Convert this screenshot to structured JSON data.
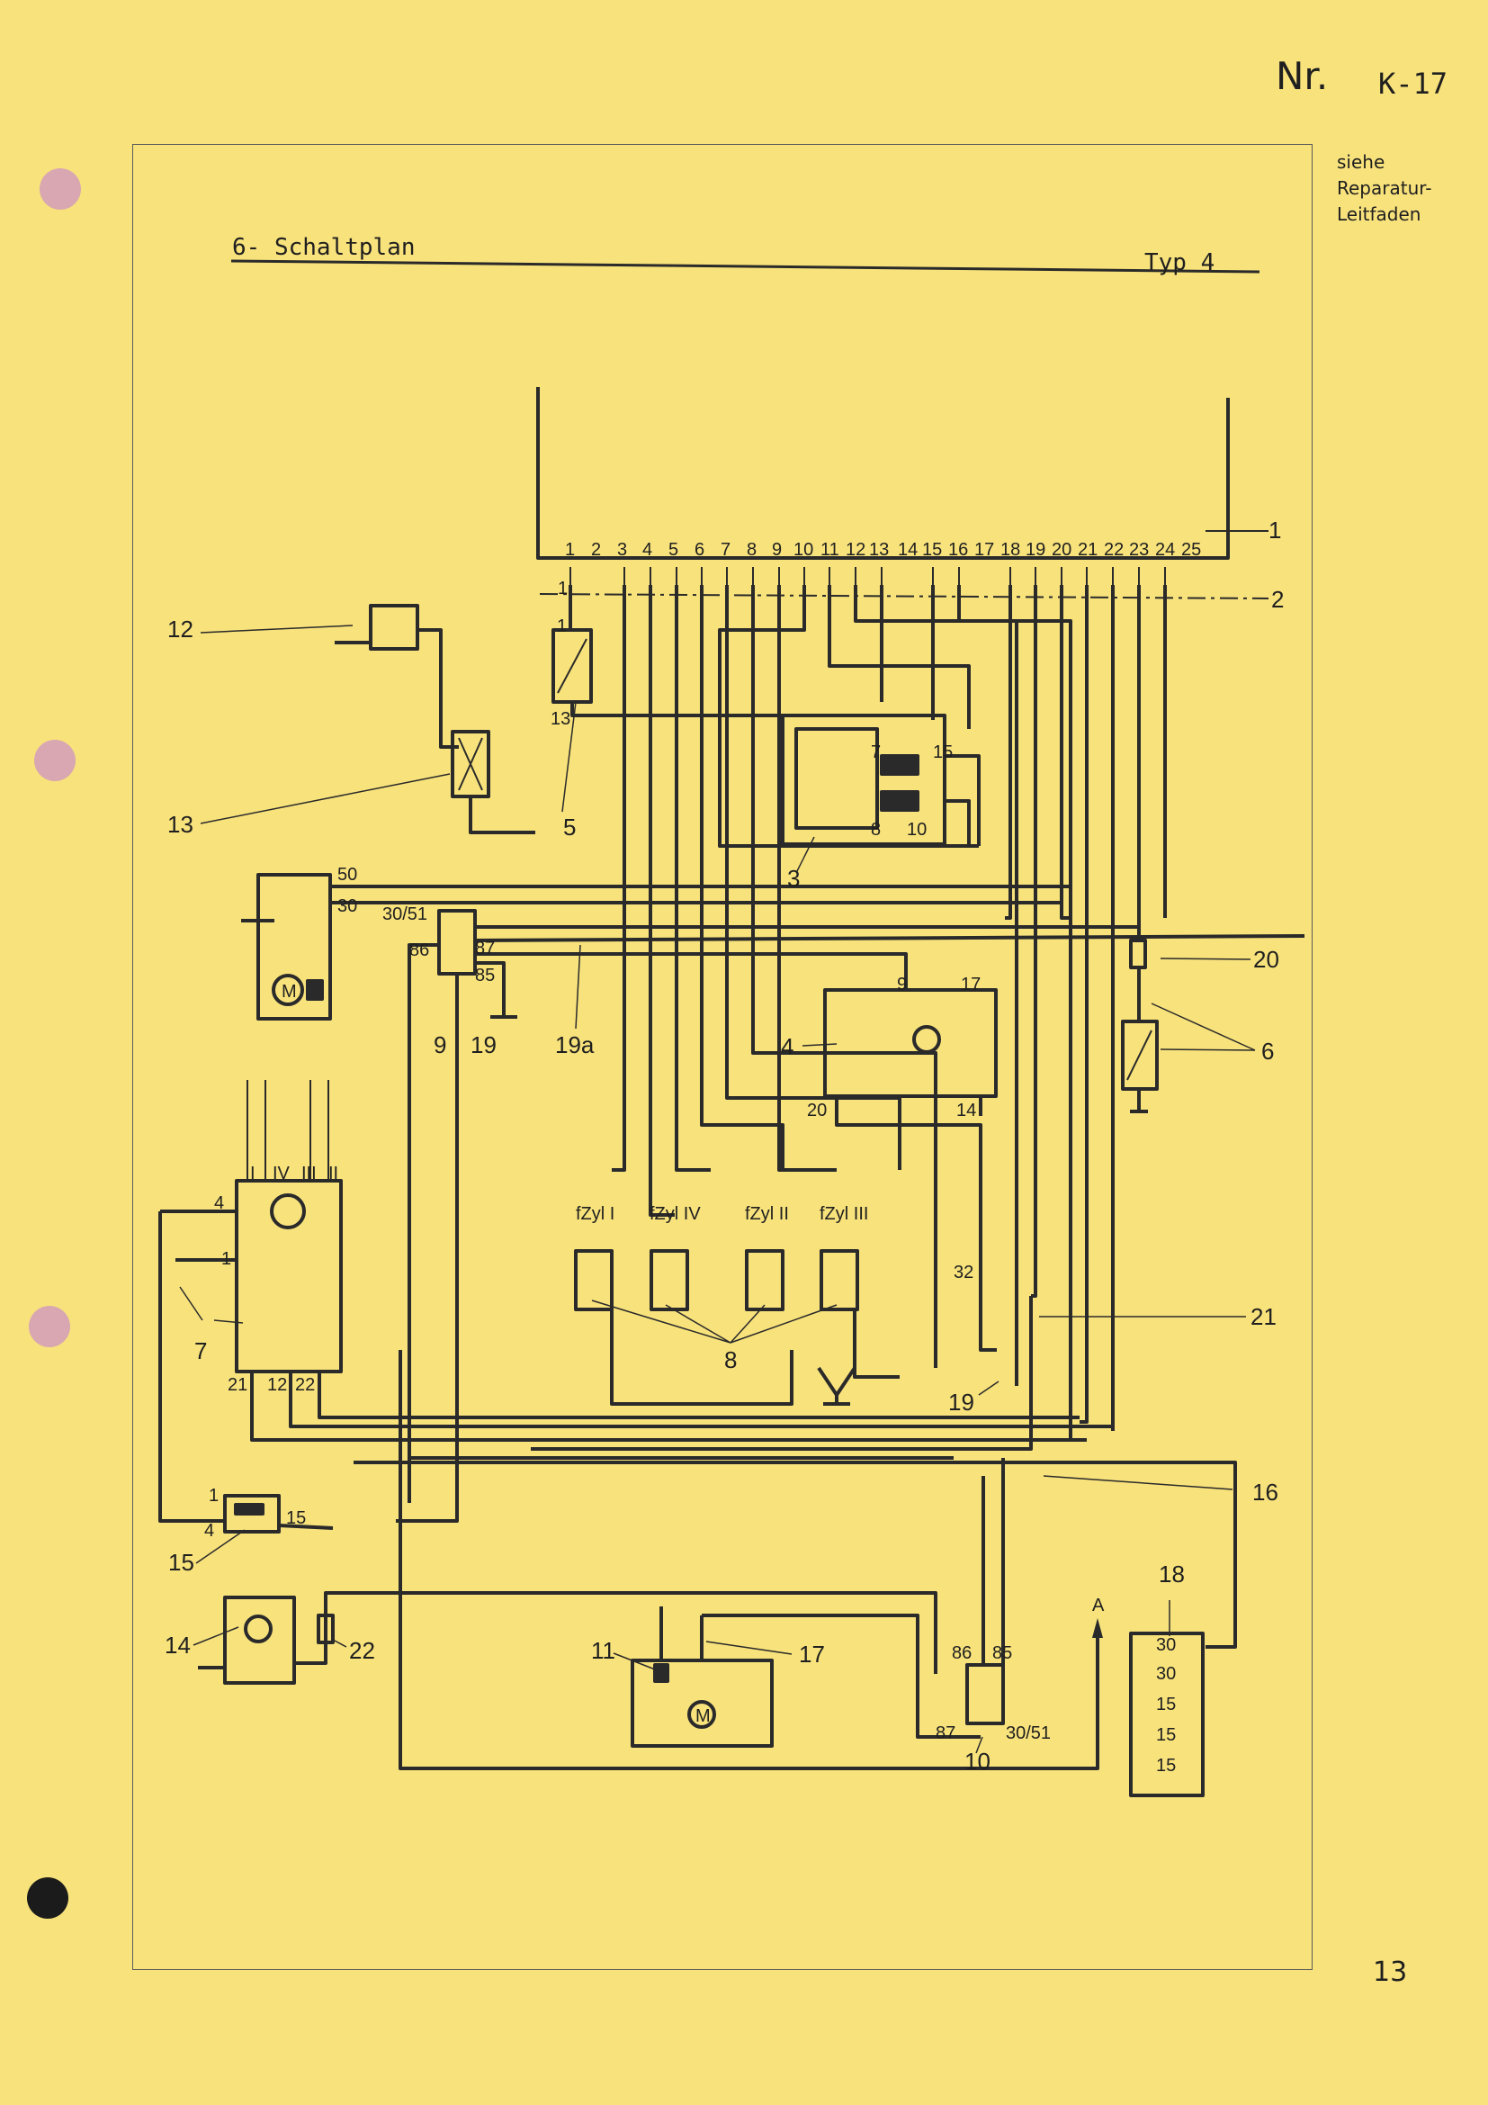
{
  "header": {
    "nr_label": "Nr.",
    "nr_value": "K-17",
    "reference_lines": [
      "siehe",
      "Reparatur-",
      "Leitfaden"
    ]
  },
  "diagram": {
    "title": "6- Schaltplan",
    "type_label": "Typ 4",
    "connector_pins": [
      "1",
      "2",
      "3",
      "4",
      "5",
      "6",
      "7",
      "8",
      "9",
      "10",
      "11",
      "12",
      "13",
      "14",
      "15",
      "16",
      "17",
      "18",
      "19",
      "20",
      "21",
      "22",
      "23",
      "24",
      "25"
    ],
    "callouts": {
      "c1": "1",
      "c2": "2",
      "c3": "3",
      "c4": "4",
      "c5": "5",
      "c6": "6",
      "c7": "7",
      "c8": "8",
      "c9": "9",
      "c10": "10",
      "c11": "11",
      "c12": "12",
      "c13": "13",
      "c14": "14",
      "c15": "15",
      "c16": "16",
      "c17": "17",
      "c18": "18",
      "c19": "19",
      "c19a": "19a",
      "c20": "20",
      "c21": "21",
      "c22": "22"
    },
    "injectors": [
      "fZyl I",
      "fZyl IV",
      "fZyl II",
      "fZyl III"
    ],
    "cylinder_marks": [
      "I",
      "IV",
      "III",
      "II"
    ],
    "relay_terminals": {
      "t50": "50",
      "t30": "30",
      "t3051": "30/51",
      "t86": "86",
      "t87": "87",
      "t85": "85",
      "t86b": "86",
      "t85b": "85",
      "t87b": "87",
      "t3051b": "30/51"
    },
    "component_pins": {
      "p1": "1",
      "p13": "13",
      "p7": "7",
      "p15": "15",
      "p8": "8",
      "p10": "10",
      "p9": "9",
      "p17": "17",
      "p20": "20",
      "p14": "14",
      "p4": "4",
      "p1b": "1",
      "p21": "21",
      "p12": "12",
      "p22": "22",
      "p32": "32",
      "p1c": "1",
      "p4c": "4",
      "p15c": "15",
      "arrow_a": "A"
    },
    "fuse_labels": [
      "30",
      "30",
      "15",
      "15",
      "15"
    ],
    "motor_symbol": "M"
  }
}
